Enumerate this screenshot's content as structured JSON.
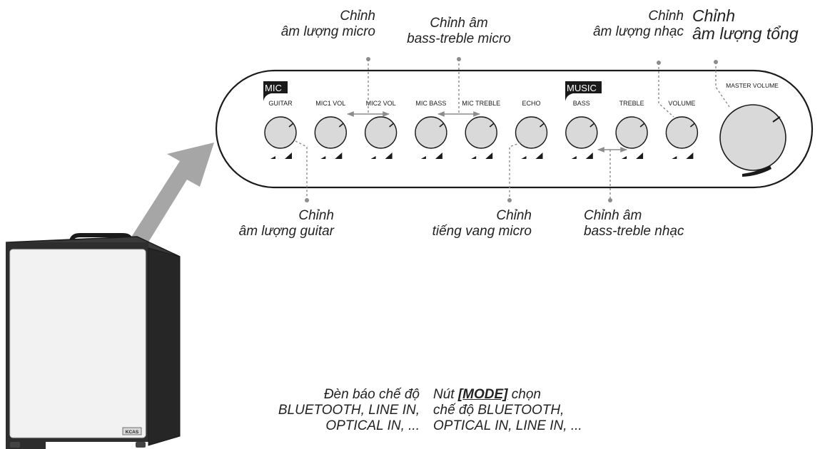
{
  "panel": {
    "mic_section": "MIC",
    "music_section": "MUSIC",
    "knobs": [
      {
        "id": "guitar",
        "label": "GUITAR"
      },
      {
        "id": "mic1-vol",
        "label": "MIC1 VOL"
      },
      {
        "id": "mic2-vol",
        "label": "MIC2 VOL"
      },
      {
        "id": "mic-bass",
        "label": "MIC BASS"
      },
      {
        "id": "mic-treble",
        "label": "MIC TREBLE"
      },
      {
        "id": "echo",
        "label": "ECHO"
      },
      {
        "id": "bass",
        "label": "BASS"
      },
      {
        "id": "treble",
        "label": "TREBLE"
      },
      {
        "id": "volume",
        "label": "VOLUME"
      }
    ],
    "master_label": "MASTER VOLUME"
  },
  "speaker": {
    "brand": "KCAS"
  },
  "callouts": {
    "mic_volume": [
      "Chỉnh",
      "âm lượng micro"
    ],
    "mic_bass_treble": [
      "Chỉnh âm",
      "bass-treble micro"
    ],
    "music_volume": [
      "Chỉnh",
      "âm lượng nhạc"
    ],
    "master_volume": [
      "Chỉnh",
      "âm lượng tổng"
    ],
    "guitar_volume": [
      "Chỉnh",
      "âm lượng guitar"
    ],
    "mic_echo": [
      "Chỉnh",
      "tiếng vang micro"
    ],
    "music_bass_treble": [
      "Chỉnh âm",
      "bass-treble nhạc"
    ],
    "mode_indicator": [
      "Đèn báo chế độ",
      "BLUETOOTH, LINE IN,",
      "OPTICAL IN, ..."
    ],
    "mode_button": {
      "prefix": "Nút ",
      "key": "[MODE]",
      "suffix": " chọn",
      "line2": "chế độ BLUETOOTH,",
      "line3": "OPTICAL IN, LINE IN, ..."
    }
  },
  "colors": {
    "ink": "#1a1a1a",
    "knob_fill": "#d9d9d9",
    "leader_gray": "#8c8c8c",
    "speaker_body": "#2e2e2e",
    "speaker_grille": "#f2f2f2",
    "arrow_gray": "#a6a6a6"
  }
}
